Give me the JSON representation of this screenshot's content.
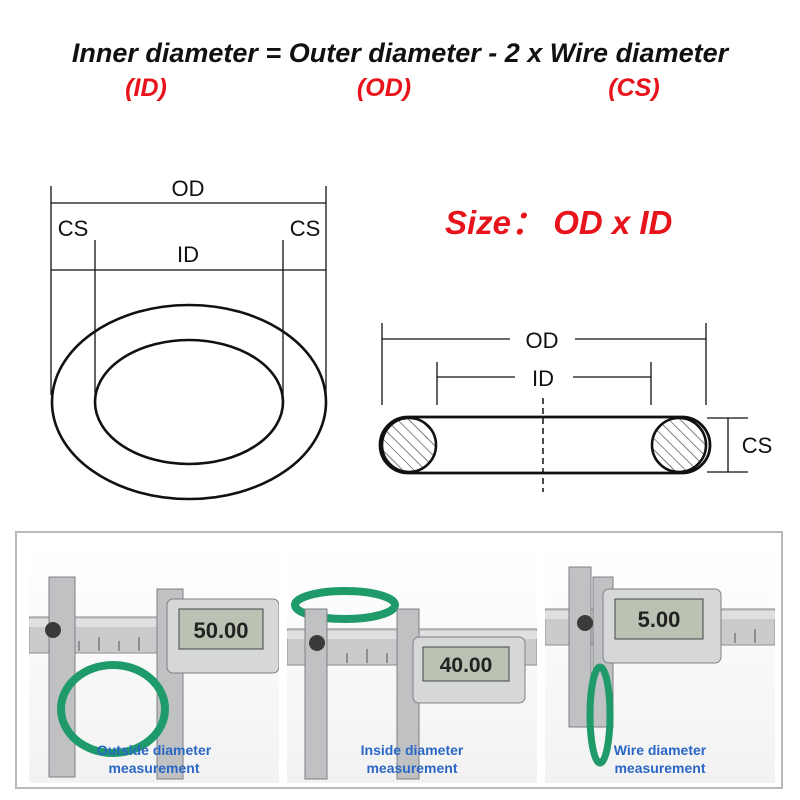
{
  "formula": {
    "text": "Inner diameter = Outer diameter - 2 x Wire diameter",
    "abbr_id": "(ID)",
    "abbr_od": "(OD)",
    "abbr_cs": "(CS)"
  },
  "size_title": "Size： OD x ID",
  "left_diagram": {
    "od": "OD",
    "id": "ID",
    "cs_left": "CS",
    "cs_right": "CS"
  },
  "right_diagram": {
    "od": "OD",
    "id": "ID",
    "cs": "CS"
  },
  "photos": [
    {
      "reading": "50.00",
      "caption_line1": "Outside diameter",
      "caption_line2": "measurement",
      "ring_color": "#1f9a6a"
    },
    {
      "reading": "40.00",
      "caption_line1": "Inside diameter",
      "caption_line2": "measurement",
      "ring_color": "#1f9a6a"
    },
    {
      "reading": "5.00",
      "caption_line1": "Wire diameter",
      "caption_line2": "measurement",
      "ring_color": "#1f9a6a"
    }
  ],
  "colors": {
    "red": "#e8141b",
    "caption_blue": "#2a66c4",
    "ring_green": "#1f9a6a"
  }
}
